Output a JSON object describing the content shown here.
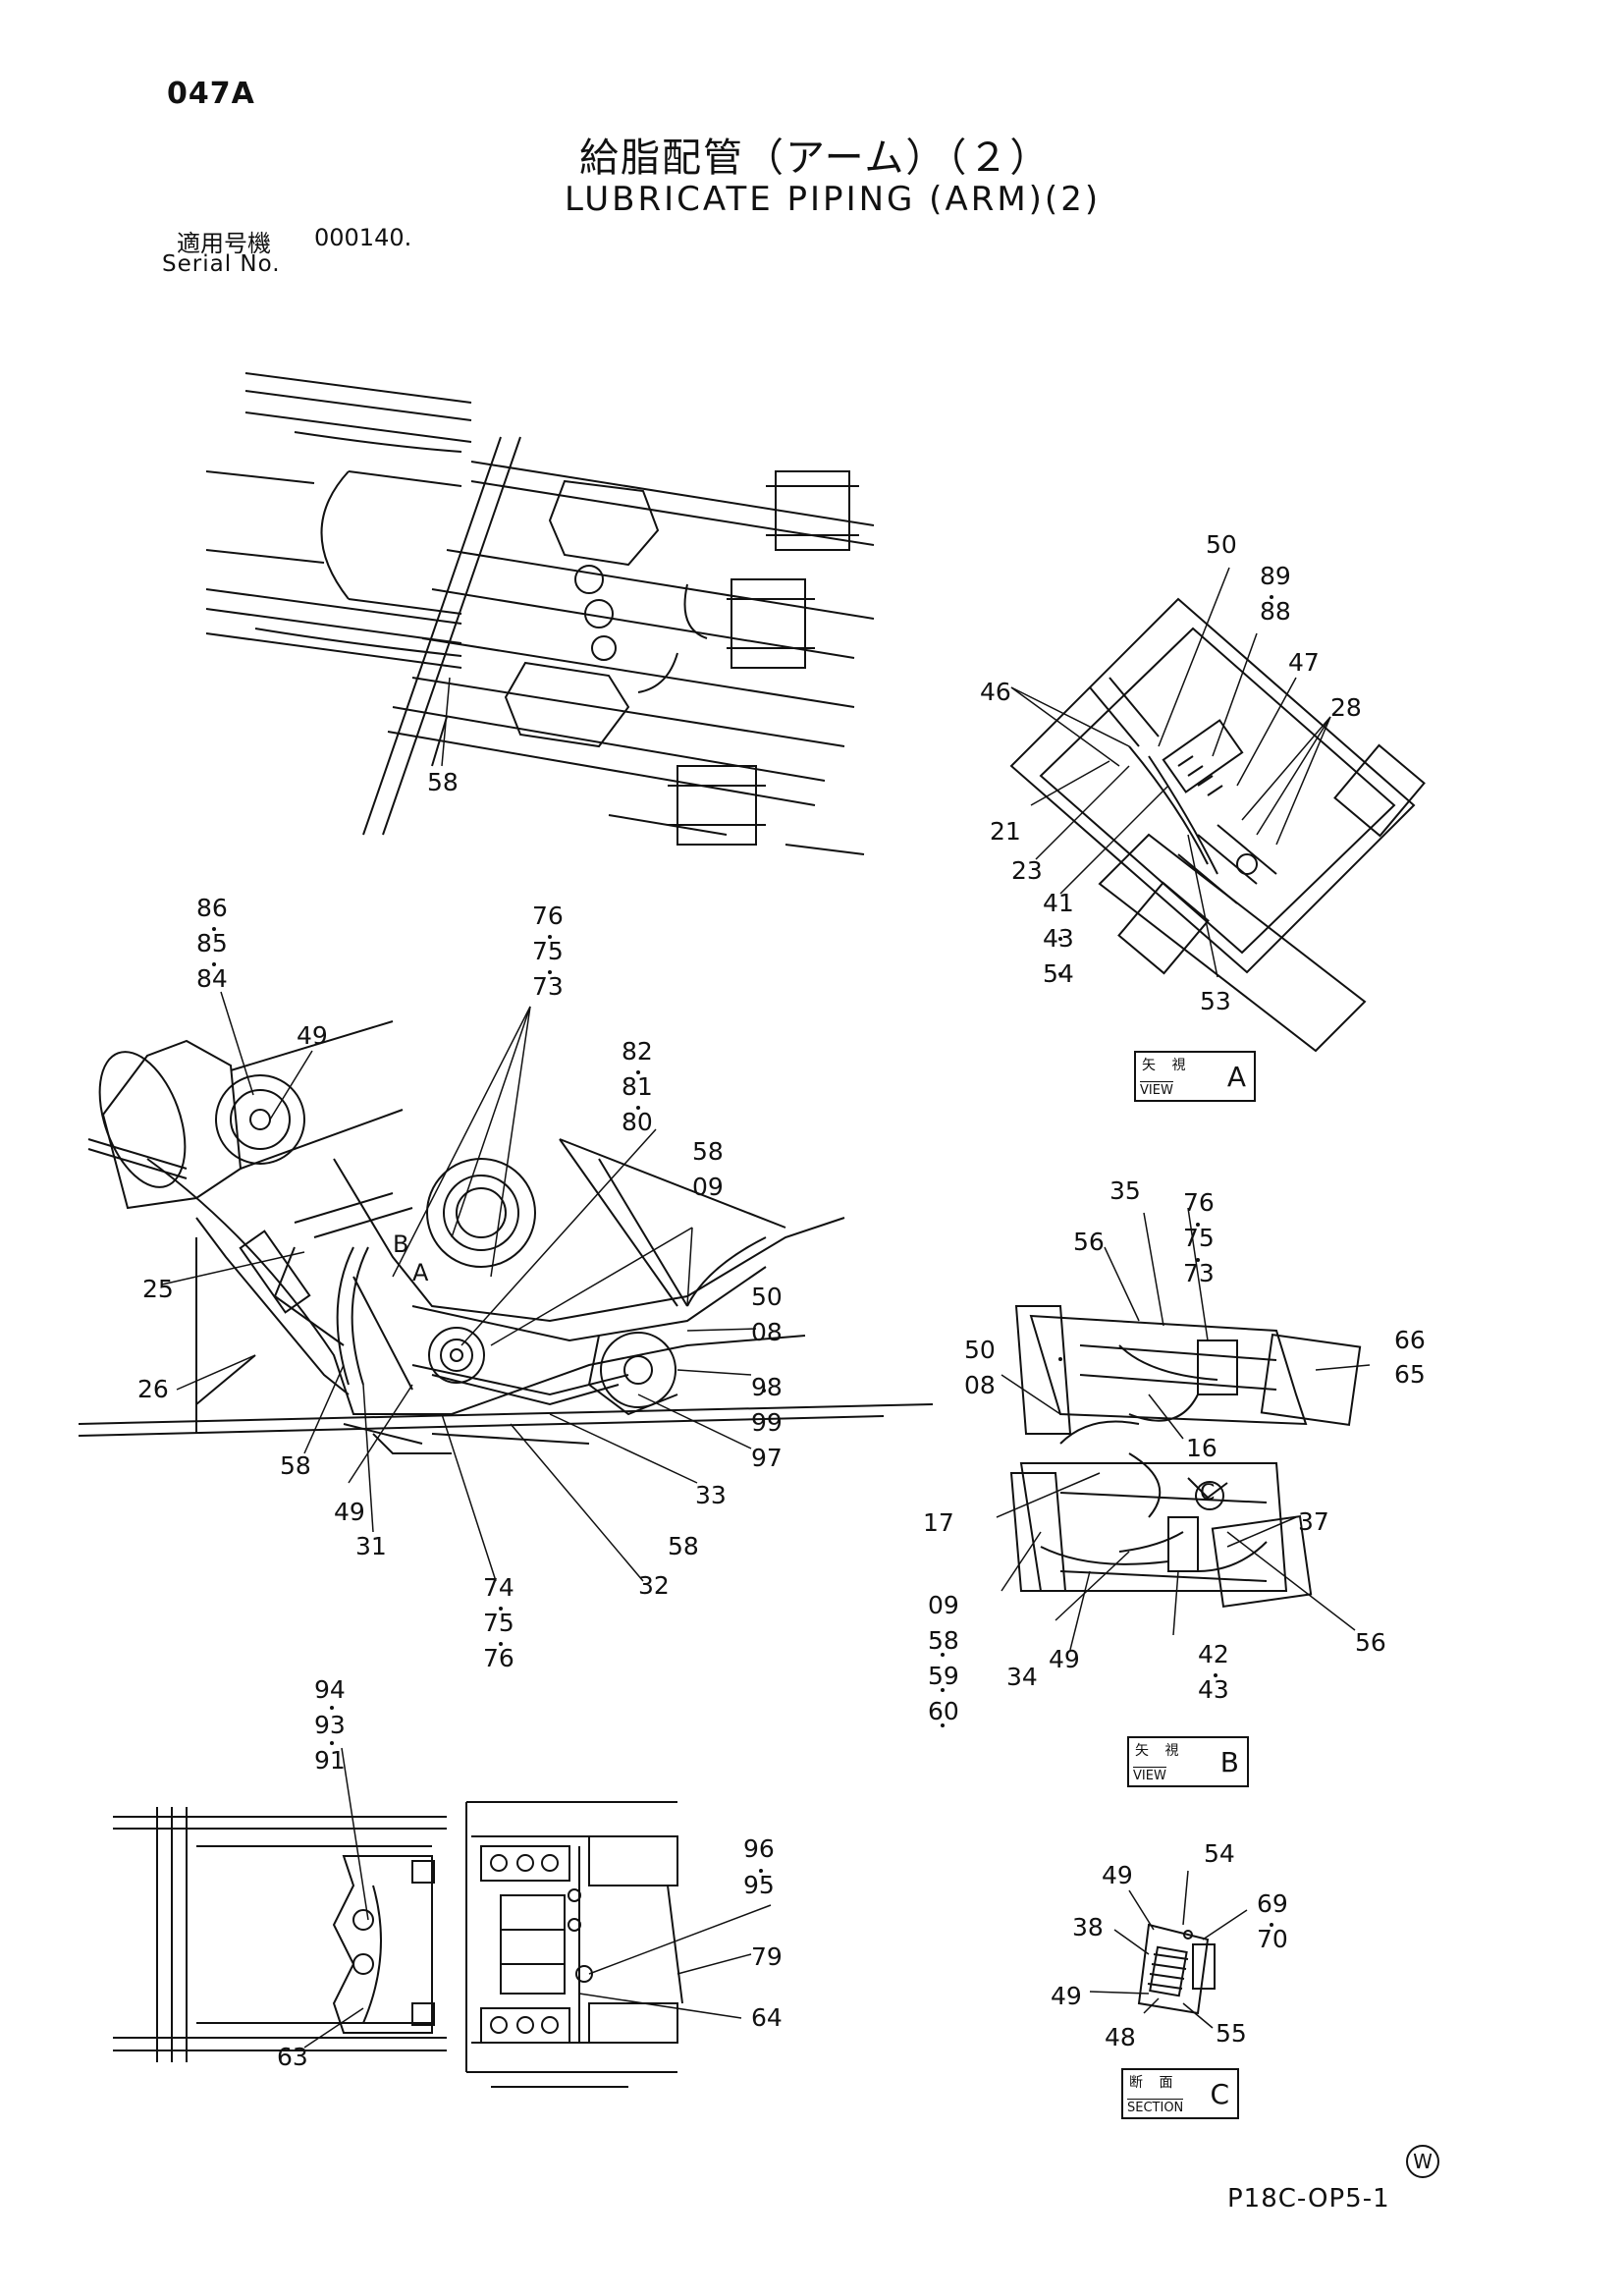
{
  "header": {
    "code": "047A",
    "title_jp": "給脂配管（アーム）（２）",
    "title_en": "LUBRICATE PIPING (ARM)(2)",
    "serial_label_jp": "適用号機",
    "serial_value": "000140.",
    "serial_label_en": "Serial No."
  },
  "views": {
    "a": {
      "label_jp": "矢 視",
      "label_en": "VIEW",
      "letter": "A"
    },
    "b": {
      "label_jp": "矢 視",
      "label_en": "VIEW",
      "letter": "B"
    },
    "c": {
      "label_jp": "断 面",
      "label_en": "SECTION",
      "letter": "C"
    },
    "markers": [
      "A",
      "B",
      "C"
    ]
  },
  "part_callouts": [
    "58",
    "86",
    "85",
    "84",
    "49",
    "76",
    "75",
    "73",
    "82",
    "81",
    "80",
    "58",
    "09",
    "50",
    "08",
    "98",
    "99",
    "97",
    "33",
    "58",
    "32",
    "74",
    "75",
    "76",
    "31",
    "49",
    "58",
    "26",
    "25",
    "50",
    "89",
    "88",
    "47",
    "28",
    "46",
    "21",
    "23",
    "41",
    "43",
    "54",
    "53",
    "35",
    "76",
    "75",
    "73",
    "56",
    "66",
    "65",
    "50",
    "08",
    "16",
    "17",
    "37",
    "09",
    "58",
    "59",
    "60",
    "34",
    "49",
    "42",
    "43",
    "56",
    "94",
    "93",
    "91",
    "96",
    "95",
    "79",
    "64",
    "63",
    "49",
    "54",
    "69",
    "70",
    "38",
    "49",
    "48",
    "55"
  ],
  "footer": {
    "watermark": "W",
    "sheet_number": "P18C-OP5-1"
  }
}
